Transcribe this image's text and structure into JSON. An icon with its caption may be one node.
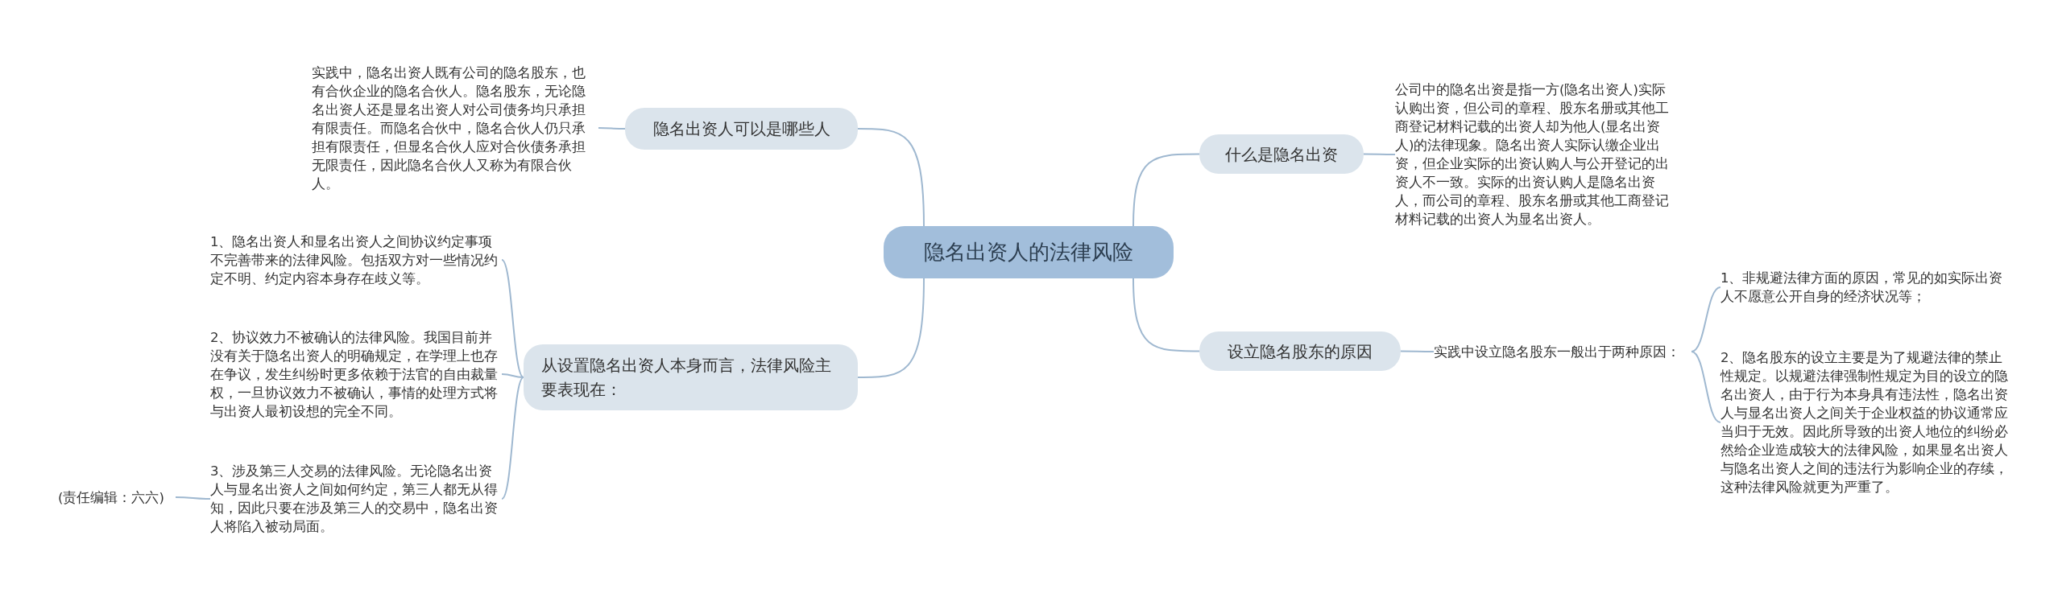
{
  "diagram": {
    "nodes": [
      {
        "text": [
          "隐名出资人的法律风险"
        ]
      },
      {
        "text": [
          "隐名出资人可以是哪些人"
        ]
      },
      {
        "text": [
          "实践中，隐名出资人既有公司的隐名股东，也有合伙企业的隐名合伙人。隐名股东，无论隐名出资人还是显名出资人对公司债务均只承担有限责任。而隐名合伙中，隐名合伙人仍只承担有限责任，但显名合伙人应对合伙债务承担无限责任，因此隐名合伙人又称为有限合伙人。"
        ]
      },
      {
        "text": [
          "什么是隐名出资"
        ]
      },
      {
        "text": [
          "公司中的隐名出资是指一方(隐名出资人)实际认购出资，但公司的章程、股东名册或其他工商登记材料记载的出资人却为他人(显名出资人)的法律现象。隐名出资人实际认缴企业出资，但企业实际的出资认购人与公开登记的出资人不一致。实际的出资认购人是隐名出资人，而公司的章程、股东名册或其他工商登记材料记载的出资人为显名出资人。"
        ]
      },
      {
        "text": [
          "从设置隐名出资人本身而言，法律风险主要表现在："
        ]
      },
      {
        "text": [
          "1、隐名出资人和显名出资人之间协议约定事项不完善带来的法律风险。包括双方对一些情况约定不明、约定内容本身存在歧义等。"
        ]
      },
      {
        "text": [
          "2、协议效力不被确认的法律风险。我国目前并没有关于隐名出资人的明确规定，在学理上也存在争议，发生纠纷时更多依赖于法官的自由裁量权，一旦协议效力不被确认，事情的处理方式将与出资人最初设想的完全不同。"
        ]
      },
      {
        "text": [
          "3、涉及第三人交易的法律风险。无论隐名出资人与显名出资人之间如何约定，第三人都无从得知，因此只要在涉及第三人的交易中，隐名出资人将陷入被动局面。"
        ]
      },
      {
        "text": [
          "(责任编辑：六六)"
        ]
      },
      {
        "text": [
          "设立隐名股东的原因"
        ]
      },
      {
        "text": [
          "实践中设立隐名股东一般出于两种原因："
        ]
      },
      {
        "text": [
          "1、非规避法律方面的原因，常见的如实际出资人不愿意公开自身的经济状况等；"
        ]
      },
      {
        "text": [
          "2、隐名股东的设立主要是为了规避法律的禁止性规定。以规避法律强制性规定为目的设立的隐名出资人，由于行为本身具有违法性，隐名出资人与显名出资人之间关于企业权益的协议通常应当归于无效。因此所导致的出资人地位的纠纷必然给企业造成较大的法律风险，如果显名出资人与隐名出资人之间的违法行为影响企业的存续，这种法律风险就更为严重了。"
        ]
      }
    ],
    "edges": [
      {
        "from": 0,
        "to": 1,
        "arrow": "none"
      },
      {
        "from": 1,
        "to": 2,
        "arrow": "none"
      },
      {
        "from": 0,
        "to": 3,
        "arrow": "none"
      },
      {
        "from": 3,
        "to": 4,
        "arrow": "none"
      },
      {
        "from": 0,
        "to": 5,
        "arrow": "none"
      },
      {
        "from": 5,
        "to": 6,
        "arrow": "none"
      },
      {
        "from": 5,
        "to": 7,
        "arrow": "none"
      },
      {
        "from": 5,
        "to": 8,
        "arrow": "none"
      },
      {
        "from": 8,
        "to": 9,
        "arrow": "none"
      },
      {
        "from": 0,
        "to": 10,
        "arrow": "none"
      },
      {
        "from": 10,
        "to": 11,
        "arrow": "none"
      },
      {
        "from": 11,
        "to": 12,
        "arrow": "none"
      },
      {
        "from": 11,
        "to": 13,
        "arrow": "none"
      }
    ]
  }
}
